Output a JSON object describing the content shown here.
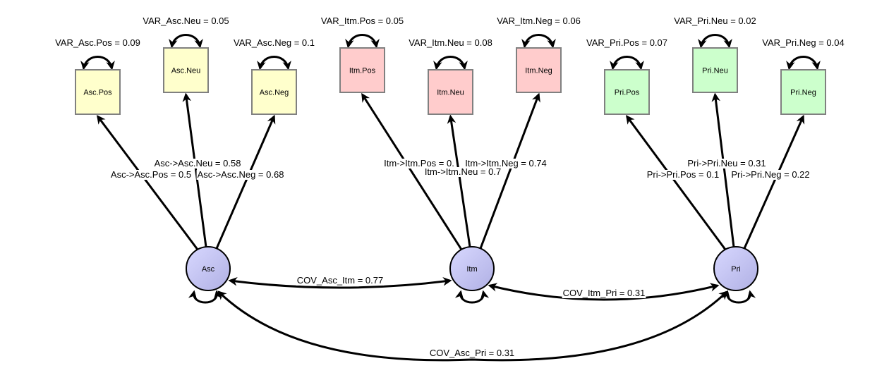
{
  "diagram": {
    "type": "structural-equation-model",
    "colors": {
      "asc_box": "#ffffcc",
      "itm_box": "#ffcccc",
      "pri_box": "#ccffcc",
      "latent_fill_start": "#d4d4ff",
      "latent_fill_end": "#b4b4e6",
      "box_border": "#808080",
      "edge": "#000000"
    },
    "latents": [
      {
        "id": "Asc",
        "label": "Asc"
      },
      {
        "id": "Itm",
        "label": "Itm"
      },
      {
        "id": "Pri",
        "label": "Pri"
      }
    ],
    "indicators": [
      {
        "id": "Asc.Pos",
        "label": "Asc.Pos",
        "group": "Asc",
        "variance_label": "VAR_Asc.Pos = 0.09",
        "loading_label": "Asc->Asc.Pos = 0.5"
      },
      {
        "id": "Asc.Neu",
        "label": "Asc.Neu",
        "group": "Asc",
        "variance_label": "VAR_Asc.Neu = 0.05",
        "loading_label": "Asc->Asc.Neu = 0.58"
      },
      {
        "id": "Asc.Neg",
        "label": "Asc.Neg",
        "group": "Asc",
        "variance_label": "VAR_Asc.Neg = 0.1",
        "loading_label": "Asc->Asc.Neg = 0.68"
      },
      {
        "id": "Itm.Pos",
        "label": "Itm.Pos",
        "group": "Itm",
        "variance_label": "VAR_Itm.Pos = 0.05",
        "loading_label": "Itm->Itm.Pos = 0."
      },
      {
        "id": "Itm.Neu",
        "label": "Itm.Neu",
        "group": "Itm",
        "variance_label": "VAR_Itm.Neu = 0.08",
        "loading_label": "Itm->Itm.Neu = 0.7"
      },
      {
        "id": "Itm.Neg",
        "label": "Itm.Neg",
        "group": "Itm",
        "variance_label": "VAR_Itm.Neg = 0.06",
        "loading_label": "Itm->Itm.Neg = 0.74"
      },
      {
        "id": "Pri.Pos",
        "label": "Pri.Pos",
        "group": "Pri",
        "variance_label": "VAR_Pri.Pos = 0.07",
        "loading_label": "Pri->Pri.Pos = 0.1"
      },
      {
        "id": "Pri.Neu",
        "label": "Pri.Neu",
        "group": "Pri",
        "variance_label": "VAR_Pri.Neu = 0.02",
        "loading_label": "Pri->Pri.Neu = 0.31"
      },
      {
        "id": "Pri.Neg",
        "label": "Pri.Neg",
        "group": "Pri",
        "variance_label": "VAR_Pri.Neg = 0.04",
        "loading_label": "Pri->Pri.Neg = 0.22"
      }
    ],
    "covariances": [
      {
        "from": "Asc",
        "to": "Itm",
        "label": "COV_Asc_Itm = 0.77"
      },
      {
        "from": "Itm",
        "to": "Pri",
        "label": "COV_Itm_Pri = 0.31"
      },
      {
        "from": "Asc",
        "to": "Pri",
        "label": "COV_Asc_Pri = 0.31"
      }
    ]
  }
}
